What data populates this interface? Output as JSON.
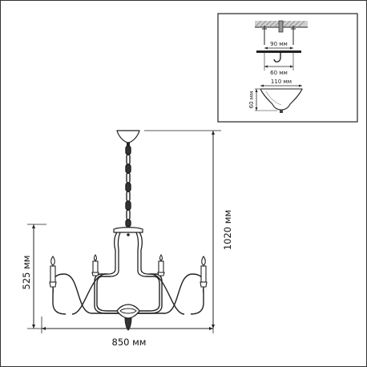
{
  "main_drawing": {
    "width_label": "850 мм",
    "height_label": "1020 мм",
    "arm_height_label": "525 мм"
  },
  "inset": {
    "bracket_width_label": "90 мм",
    "hook_span_label": "60 мм",
    "canopy_width_label": "110 мм",
    "canopy_height_label": "60 мм"
  },
  "colors": {
    "line": "#222222",
    "frame": "#333333",
    "hatch_fill": "#cfcfcf"
  }
}
